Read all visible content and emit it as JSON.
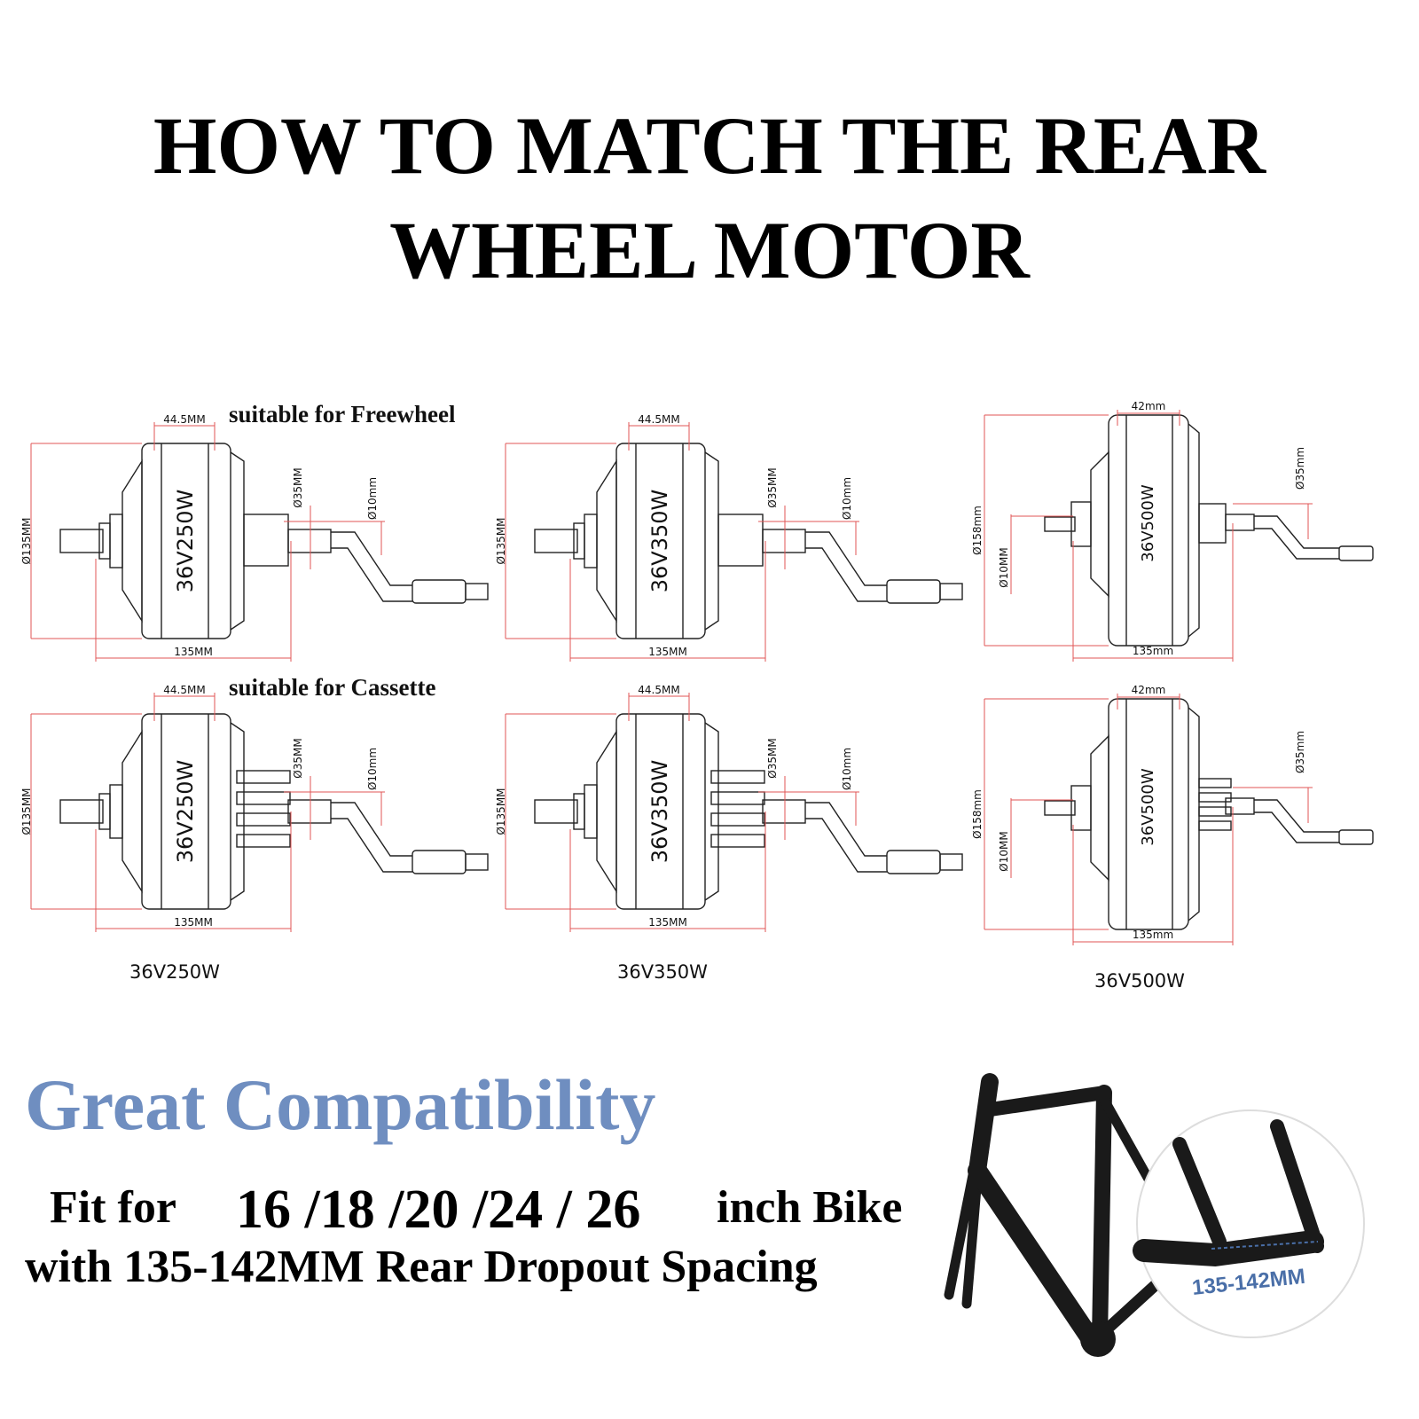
{
  "title": {
    "line1": "HOW TO  MATCH THE REAR",
    "line2": "WHEEL MOTOR"
  },
  "notes": {
    "freewheel": "suitable for Freewheel",
    "cassette": "suitable for Cassette"
  },
  "captions": [
    "36V250W",
    "36V350W",
    "36V500W"
  ],
  "motors": [
    {
      "label": "36V250W",
      "flange_width": "44.5MM",
      "height": "Ø135MM",
      "axle_dia": "Ø35MM",
      "shaft": "Ø10mm",
      "width": "135MM"
    },
    {
      "label": "36V350W",
      "flange_width": "44.5MM",
      "height": "Ø135MM",
      "axle_dia": "Ø35MM",
      "shaft": "Ø10mm",
      "width": "135MM"
    },
    {
      "label": "36V500W",
      "flange_width": "42mm",
      "height": "Ø158mm",
      "axle_dia": "Ø35mm",
      "shaft": "Ø10MM",
      "width": "135mm"
    },
    {
      "label": "36V250W",
      "flange_width": "44.5MM",
      "height": "Ø135MM",
      "axle_dia": "Ø35MM",
      "shaft": "Ø10mm",
      "width": "135MM"
    },
    {
      "label": "36V350W",
      "flange_width": "44.5MM",
      "height": "Ø135MM",
      "axle_dia": "Ø35MM",
      "shaft": "Ø10mm",
      "width": "135MM"
    },
    {
      "label": "36V500W",
      "flange_width": "42mm",
      "height": "Ø158mm",
      "axle_dia": "Ø35mm",
      "shaft": "Ø10MM",
      "width": "135mm"
    }
  ],
  "compatibility": {
    "heading": "Great Compatibility",
    "fit_prefix": "Fit for",
    "sizes": "16 /18 /20 /24 / 26",
    "fit_suffix": "inch Bike",
    "line2": "with 135-142MM Rear Dropout Spacing",
    "frame_spacing": "135-142MM"
  },
  "colors": {
    "dimension": "#e05555",
    "heading": "#6f8ec0",
    "spacing_label": "#4a6fa8"
  }
}
